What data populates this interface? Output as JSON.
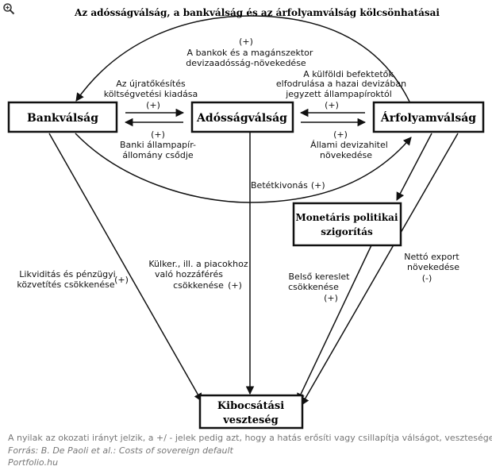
{
  "title": "Az adósságválság, a bankválság és az árfolyamválság kölcsönhatásai",
  "nodes": {
    "bank": "Bankválság",
    "debt": "Adósságválság",
    "fx": "Árfolyamválság",
    "monetary_line1": "Monetáris politikai",
    "monetary_line2": "szigorítás",
    "output_line1": "Kibocsátási",
    "output_line2": "veszteség"
  },
  "edges": {
    "top_arc": {
      "sign": "(+)",
      "line1": "A bankok és a magánszektor",
      "line2": "devizaadósság-növekedése"
    },
    "bank_to_debt": {
      "line1": "Az újratőkésítés",
      "line2": "költségvetési kiadása",
      "sign": "(+)"
    },
    "debt_to_bank": {
      "sign": "(+)",
      "line1": "Banki állampapír-",
      "line2": "állomány csődje"
    },
    "fx_to_debt": {
      "line1": "A külföldi befektetők",
      "line2": "elfodrulása a hazai devizában",
      "line3": "jegyzett állampapíroktól",
      "sign": "(+)"
    },
    "debt_to_fx": {
      "sign": "(+)",
      "line1": "Állami devizahitel",
      "line2": "növekedése"
    },
    "deposit": {
      "text": "Betétkivonás",
      "sign": "(+)"
    },
    "bank_to_output": {
      "line1": "Likviditás és pénzügyi",
      "line2": "közvetítés csökkenése",
      "sign": "(+)"
    },
    "debt_to_output": {
      "line1": "Külker., ill. a piacokhoz",
      "line2": "való hozzáférés",
      "line3": "csökkenése",
      "sign": "(+)"
    },
    "monetary_to_output": {
      "line1": "Belső kereslet",
      "line2": "csökkenése",
      "sign": "(+)"
    },
    "fx_to_output": {
      "line1": "Nettó export",
      "line2": "növekedése",
      "sign": "(-)"
    }
  },
  "footer": {
    "note": "A nyilak az okozati irányt jelzik, a +/ - jelek pedig azt, hogy a hatás erősíti vagy csillapítja válságot, veszteséget.",
    "source": "Forrás: B. De Paoli et al.: Costs of sovereign default",
    "site": "Portfolio.hu"
  },
  "icons": {
    "zoom": "zoom-in-icon"
  }
}
